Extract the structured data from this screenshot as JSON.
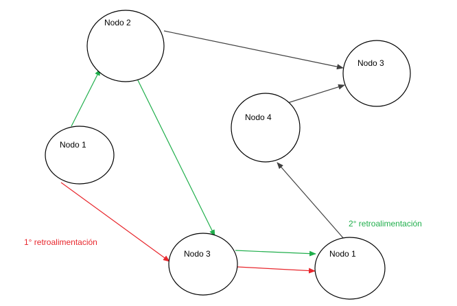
{
  "diagram": {
    "nodes": [
      {
        "id": "n2",
        "label": "Nodo 2"
      },
      {
        "id": "n3top",
        "label": "Nodo 3"
      },
      {
        "id": "n4",
        "label": "Nodo 4"
      },
      {
        "id": "n1left",
        "label": "Nodo 1"
      },
      {
        "id": "n3bottom",
        "label": "Nodo 3"
      },
      {
        "id": "n1right",
        "label": "Nodo 1"
      }
    ],
    "edges": [
      {
        "from": "n1left",
        "to": "n2",
        "color": "#1fae4b"
      },
      {
        "from": "n2",
        "to": "n3bottom",
        "color": "#1fae4b"
      },
      {
        "from": "n3bottom",
        "to": "n1right",
        "color": "#1fae4b"
      },
      {
        "from": "n1left",
        "to": "n3bottom",
        "color": "#e8262c"
      },
      {
        "from": "n3bottom",
        "to": "n1right",
        "color": "#e8262c"
      },
      {
        "from": "n2",
        "to": "n3top",
        "color": "#404040"
      },
      {
        "from": "n1right",
        "to": "n4",
        "color": "#404040"
      },
      {
        "from": "n4",
        "to": "n3top",
        "color": "#404040"
      }
    ],
    "annotations": [
      {
        "text": "1° retroalimentación",
        "color": "#e8262c"
      },
      {
        "text": "2° retroalimentación",
        "color": "#1fae4b"
      }
    ]
  }
}
